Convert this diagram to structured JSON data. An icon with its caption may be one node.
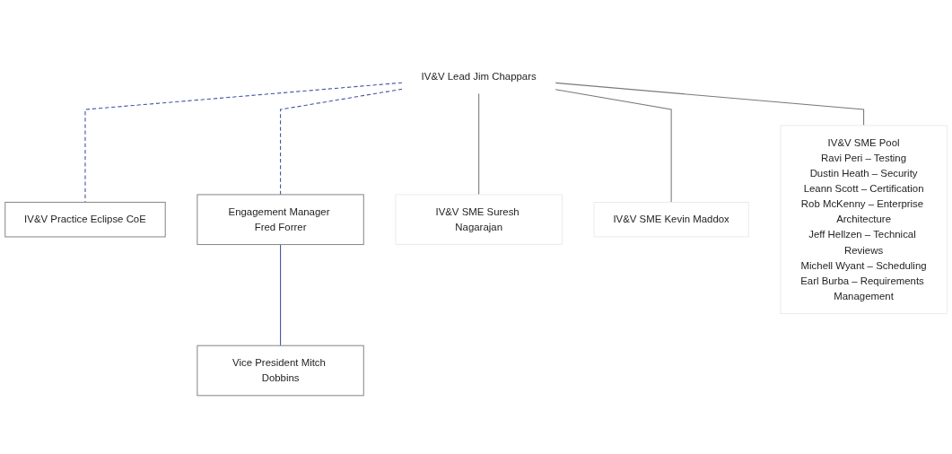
{
  "diagram": {
    "nodes": [
      {
        "text": [
          "IV&V Lead Jim Chappars"
        ]
      },
      {
        "text": [
          "IV&V Practice Eclipse CoE"
        ]
      },
      {
        "text": [
          "Engagement Manager Fred Forrer"
        ]
      },
      {
        "text": [
          "Vice President Mitch Dobbins"
        ]
      },
      {
        "text": [
          "IV&V SME Suresh Nagarajan"
        ]
      },
      {
        "text": [
          "IV&V SME Kevin Maddox"
        ]
      },
      {
        "text": [
          "IV&V SME Pool",
          "Ravi Peri – Testing",
          "Dustin Heath – Security",
          "Leann Scott – Certification",
          "Rob McKenny – Enterprise Architecture",
          "Jeff Hellzen – Technical Reviews",
          "Michell Wyant – Scheduling",
          "Earl Burba – Requirements Management"
        ]
      }
    ],
    "edges": [
      {
        "from": 0,
        "to": 1,
        "arrow": "none",
        "style": "dashed",
        "color": "#3f51a3"
      },
      {
        "from": 0,
        "to": 2,
        "arrow": "none",
        "style": "dashed",
        "color": "#3f51a3"
      },
      {
        "from": 2,
        "to": 3,
        "arrow": "none",
        "color": "#3f51a3"
      },
      {
        "from": 0,
        "to": 4,
        "arrow": "none"
      },
      {
        "from": 0,
        "to": 5,
        "arrow": "none"
      },
      {
        "from": 0,
        "to": 6,
        "arrow": "none"
      }
    ]
  }
}
